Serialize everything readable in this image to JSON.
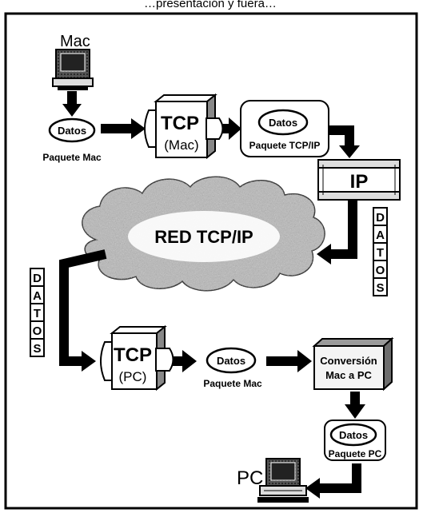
{
  "header_fragment": "…presentación y fuera…",
  "nodes": {
    "mac_computer_label": "Mac",
    "datos_oval_1": "Datos",
    "paquete_mac_1": "Paquete Mac",
    "tcp_mac_title": "TCP",
    "tcp_mac_sub": "(Mac)",
    "datos_oval_2": "Datos",
    "paquete_tcpip": "Paquete TCP/IP",
    "ip_label": "IP",
    "datos_vertical_right": [
      "D",
      "A",
      "T",
      "O",
      "S"
    ],
    "cloud_label": "RED TCP/IP",
    "datos_vertical_left": [
      "D",
      "A",
      "T",
      "O",
      "S"
    ],
    "tcp_pc_title": "TCP",
    "tcp_pc_sub": "(PC)",
    "datos_oval_3": "Datos",
    "paquete_mac_2": "Paquete Mac",
    "conversion_line1": "Conversión",
    "conversion_line2": "Mac  a PC",
    "datos_oval_4": "Datos",
    "paquete_pc": "Paquete PC",
    "pc_computer_label": "PC"
  },
  "colors": {
    "ink": "#000000",
    "paper": "#ffffff",
    "cloud_fill": "#b8b8b8",
    "cube_face": "#f4f4f4",
    "cube_top": "#9a9a9a",
    "cube_side": "#6d6d6d"
  }
}
